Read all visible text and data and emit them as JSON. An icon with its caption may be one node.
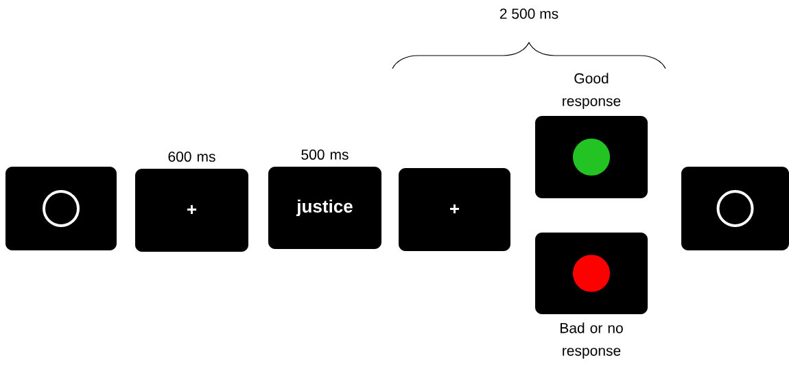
{
  "diagram": {
    "nodes": [
      {
        "text": [],
        "shape": "box"
      },
      {
        "text": [
          "+"
        ],
        "beside": [
          "600 ms"
        ]
      },
      {
        "text": [
          "justice"
        ],
        "beside": [
          "500 ms"
        ]
      },
      {
        "text": [
          "+"
        ]
      },
      {
        "text": [],
        "shape": "box",
        "beside": [
          "Good response"
        ]
      },
      {
        "text": [],
        "shape": "box",
        "beside": [
          "Bad or no response"
        ]
      },
      {
        "text": [],
        "shape": "box"
      }
    ],
    "labels": [
      "2 500 ms"
    ]
  }
}
